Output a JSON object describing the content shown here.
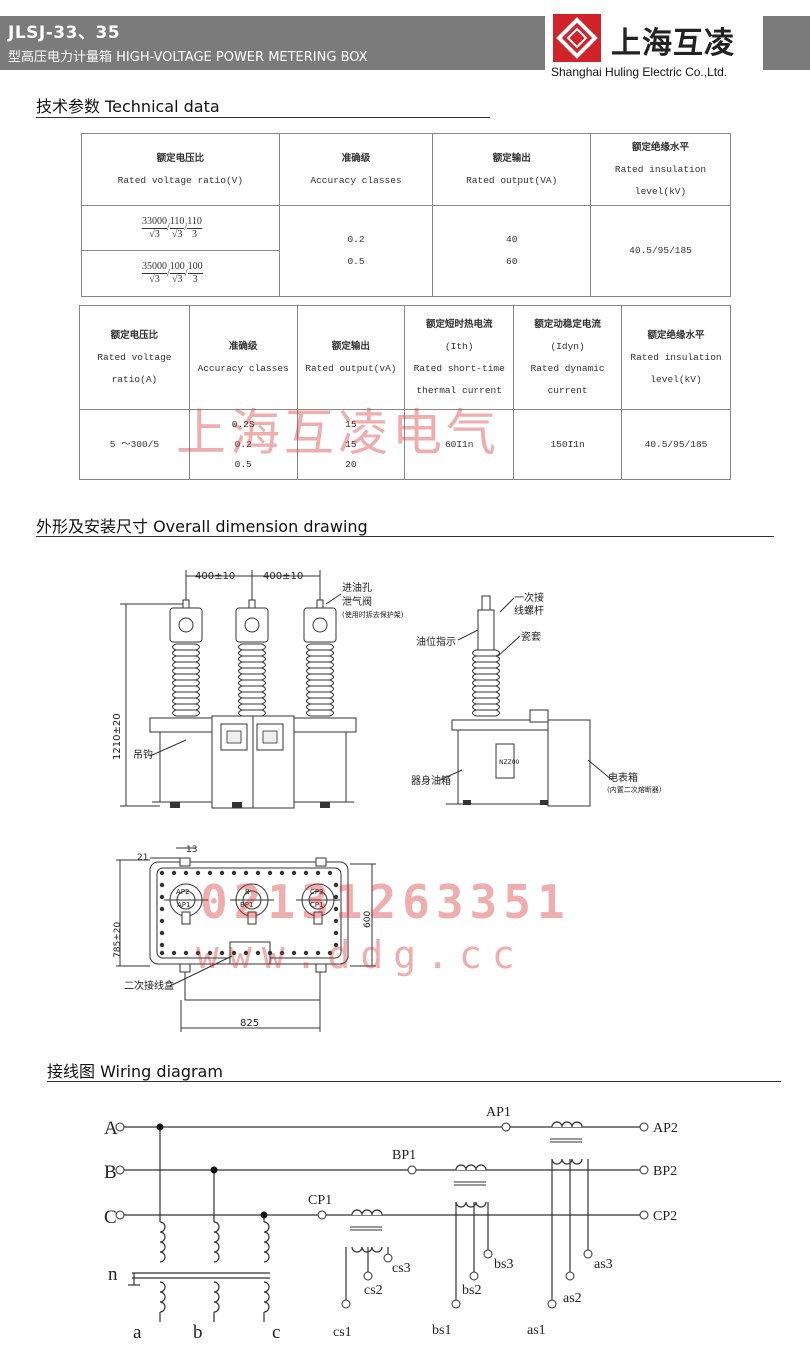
{
  "header": {
    "model": "JLSJ-33、35",
    "product_name": "型高压电力计量箱 HIGH-VOLTAGE POWER METERING BOX",
    "company_cn": "上海互凌",
    "company_en": "Shanghai Huling Electric Co.,Ltd."
  },
  "sections": {
    "technical": "技术参数  Technical data",
    "dimension": "外形及安装尺寸  Overall dimension drawing",
    "wiring": "接线图  Wiring diagram"
  },
  "table1": {
    "headers": [
      {
        "cn": "额定电压比",
        "en": "Rated voltage ratio(V)"
      },
      {
        "cn": "准确级",
        "en": "Accuracy classes"
      },
      {
        "cn": "额定输出",
        "en": "Rated output(VA)"
      },
      {
        "cn": "额定绝缘水平",
        "en": "Rated insulation level(kV)"
      }
    ],
    "ratio_rows": [
      {
        "num": "33000",
        "d1": "110",
        "d2": "110",
        "den3": "3"
      },
      {
        "num": "35000",
        "d1": "100",
        "d2": "100",
        "den3": "3"
      }
    ],
    "sqrt_den": "√3",
    "accuracy": [
      "0.2",
      "0.5"
    ],
    "output": [
      "40",
      "60"
    ],
    "insulation": "40.5/95/185"
  },
  "table2": {
    "headers": [
      {
        "cn": "额定电压比",
        "en": "Rated voltage ratio(A)"
      },
      {
        "cn": "准确级",
        "en": "Accuracy classes"
      },
      {
        "cn": "额定输出",
        "en": "Rated output(vA)"
      },
      {
        "cn": "额定短时热电流",
        "sym": "(Ith)",
        "en": "Rated short-time thermal current"
      },
      {
        "cn": "额定动稳定电流",
        "sym": "(Idyn)",
        "en": "Rated dynamic current"
      },
      {
        "cn": "额定绝缘水平",
        "en": "Rated insulation level(kV)"
      }
    ],
    "ratio": "5 ～300/5",
    "accuracy": [
      "0.2S",
      "0.2",
      "0.5"
    ],
    "output": [
      "15",
      "15",
      "20"
    ],
    "thermal": "60I1n",
    "dynamic": "150I1n",
    "insulation": "40.5/95/185"
  },
  "watermarks": {
    "company": "上海互凌电气",
    "phone": "02131263351",
    "site": "www.ddg.cc"
  },
  "drawing": {
    "front": {
      "dim_spacing_left": "400±10",
      "dim_spacing_right": "400±10",
      "dim_height": "1210±20",
      "label_oil_inlet": "进油孔",
      "label_breather": "泄气阀",
      "label_breather_note": "(使用时拆去保护架)",
      "label_hook": "吊钩"
    },
    "side": {
      "label_primary_terminal_1": "一次接",
      "label_primary_terminal_2": "线螺杆",
      "label_oil_gauge": "油位指示",
      "label_bushing": "瓷套",
      "label_tank": "器身油箱",
      "label_meter_box": "电表箱",
      "label_meter_box_note": "(内置二次熔断器)",
      "nameplate": "NZZ00"
    },
    "top": {
      "dim_21": "21",
      "dim_13": "13",
      "dim_600": "600",
      "dim_785": "785±20",
      "dim_825": "825",
      "label_terminal_box": "二次接线盒",
      "labels_ap": [
        "AP2",
        "AP1"
      ],
      "labels_bp": [
        "B",
        "BP1"
      ],
      "labels_cp": [
        "CP2",
        "CP1"
      ]
    }
  },
  "wiring": {
    "phases": [
      "A",
      "B",
      "C"
    ],
    "neutral": "n",
    "pt_secondary": [
      "a",
      "b",
      "c"
    ],
    "line_ends": [
      "AP2",
      "BP2",
      "CP2"
    ],
    "primary_taps": [
      "AP1",
      "BP1",
      "CP1"
    ],
    "ct_a": [
      "as3",
      "as2",
      "as1"
    ],
    "ct_b": [
      "bs3",
      "bs2",
      "bs1"
    ],
    "ct_c": [
      "cs3",
      "cs2",
      "cs1"
    ]
  }
}
